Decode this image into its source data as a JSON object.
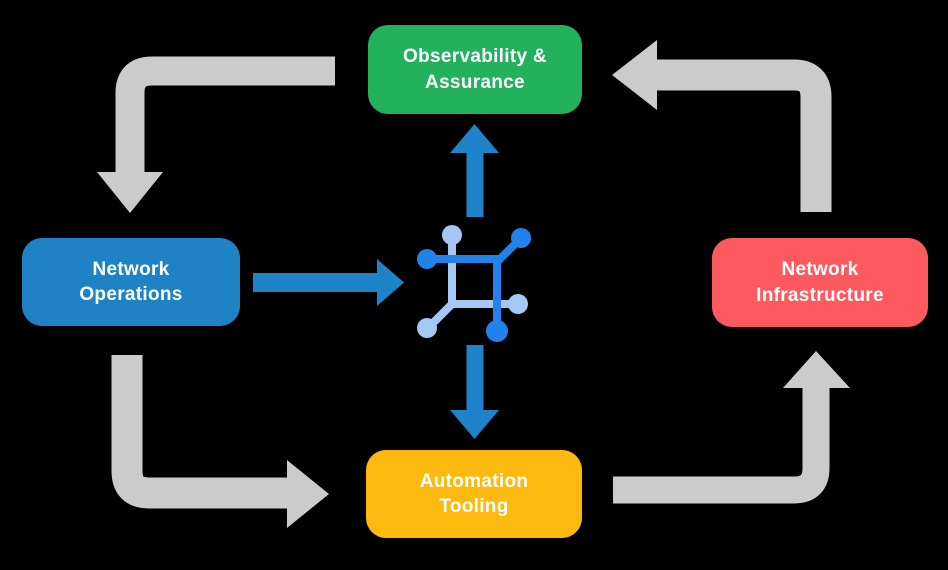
{
  "diagram": {
    "nodes": [
      {
        "id": "observability-assurance",
        "label": "Observability &\nAssurance",
        "color": "#23b15c",
        "position": "top"
      },
      {
        "id": "network-operations",
        "label": "Network\nOperations",
        "color": "#1f82c5",
        "position": "left"
      },
      {
        "id": "network-infrastructure",
        "label": "Network\nInfrastructure",
        "color": "#fc5a5f",
        "position": "right"
      },
      {
        "id": "automation-tooling",
        "label": "Automation\nTooling",
        "color": "#fcba10",
        "position": "bottom"
      }
    ],
    "center_icon": "network-mesh-icon",
    "flows": [
      {
        "from": "observability-assurance",
        "to": "network-operations",
        "style": "gray-elbow"
      },
      {
        "from": "network-operations",
        "to": "automation-tooling",
        "style": "gray-elbow"
      },
      {
        "from": "automation-tooling",
        "to": "network-infrastructure",
        "style": "gray-elbow"
      },
      {
        "from": "network-infrastructure",
        "to": "observability-assurance",
        "style": "gray-elbow"
      },
      {
        "from": "network-operations",
        "to": "center-icon",
        "style": "blue-straight"
      },
      {
        "from": "center-icon",
        "to": "observability-assurance",
        "style": "blue-straight"
      },
      {
        "from": "center-icon",
        "to": "automation-tooling",
        "style": "blue-straight"
      }
    ]
  },
  "colors": {
    "background": "#000000",
    "text": "#ffffff",
    "green": "#23b15c",
    "blue": "#1f82c5",
    "red": "#fc5a5f",
    "yellow": "#fcba10",
    "gray-arrow": "#cbcbcb",
    "blue-arrow": "#1f83c9",
    "icon-dark": "#2282ec",
    "icon-light": "#a4c8f3"
  }
}
